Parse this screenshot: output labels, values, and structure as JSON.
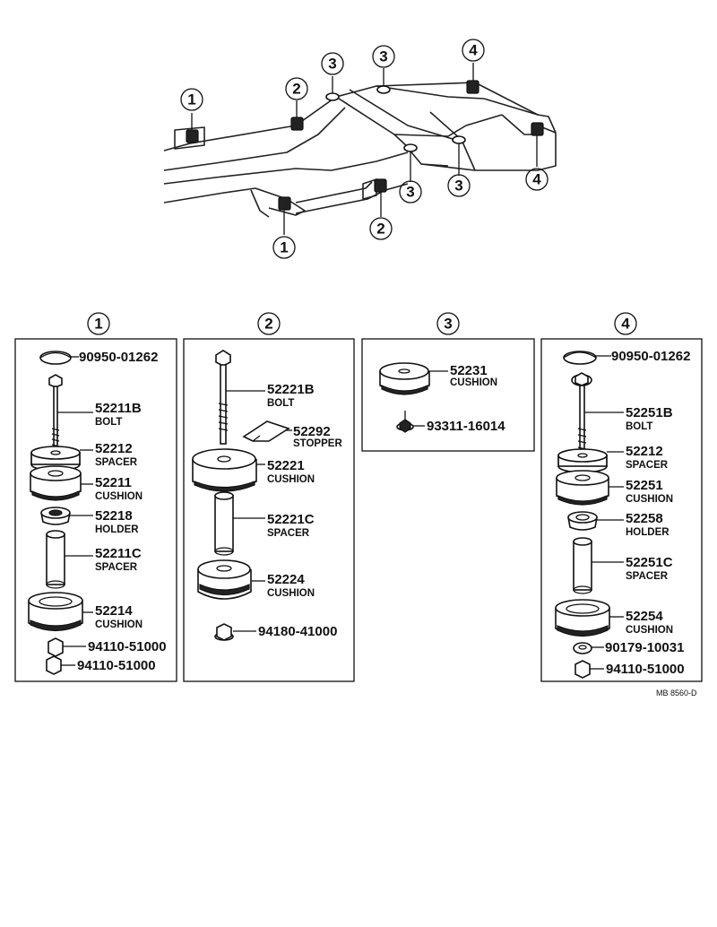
{
  "diagram_code": "MB 8560-D",
  "overview": {
    "callouts": [
      "1",
      "2",
      "3",
      "3",
      "4",
      "4",
      "3",
      "3",
      "2",
      "1"
    ]
  },
  "groups": [
    {
      "number": "1",
      "parts": [
        {
          "part_no": "90950-01262",
          "name": ""
        },
        {
          "part_no": "52211B",
          "name": "BOLT"
        },
        {
          "part_no": "52212",
          "name": "SPACER"
        },
        {
          "part_no": "52211",
          "name": "CUSHION"
        },
        {
          "part_no": "52218",
          "name": "HOLDER"
        },
        {
          "part_no": "52211C",
          "name": "SPACER"
        },
        {
          "part_no": "52214",
          "name": "CUSHION"
        },
        {
          "part_no": "94110-51000",
          "name": ""
        },
        {
          "part_no": "94110-51000",
          "name": ""
        }
      ]
    },
    {
      "number": "2",
      "parts": [
        {
          "part_no": "52221B",
          "name": "BOLT"
        },
        {
          "part_no": "52292",
          "name": "STOPPER"
        },
        {
          "part_no": "52221",
          "name": "CUSHION"
        },
        {
          "part_no": "52221C",
          "name": "SPACER"
        },
        {
          "part_no": "52224",
          "name": "CUSHION"
        },
        {
          "part_no": "94180-41000",
          "name": ""
        }
      ]
    },
    {
      "number": "3",
      "parts": [
        {
          "part_no": "52231",
          "name": "CUSHION"
        },
        {
          "part_no": "93311-16014",
          "name": ""
        }
      ]
    },
    {
      "number": "4",
      "parts": [
        {
          "part_no": "90950-01262",
          "name": ""
        },
        {
          "part_no": "52251B",
          "name": "BOLT"
        },
        {
          "part_no": "52212",
          "name": "SPACER"
        },
        {
          "part_no": "52251",
          "name": "CUSHION"
        },
        {
          "part_no": "52258",
          "name": "HOLDER"
        },
        {
          "part_no": "52251C",
          "name": "SPACER"
        },
        {
          "part_no": "52254",
          "name": "CUSHION"
        },
        {
          "part_no": "90179-10031",
          "name": ""
        },
        {
          "part_no": "94110-51000",
          "name": ""
        }
      ]
    }
  ]
}
